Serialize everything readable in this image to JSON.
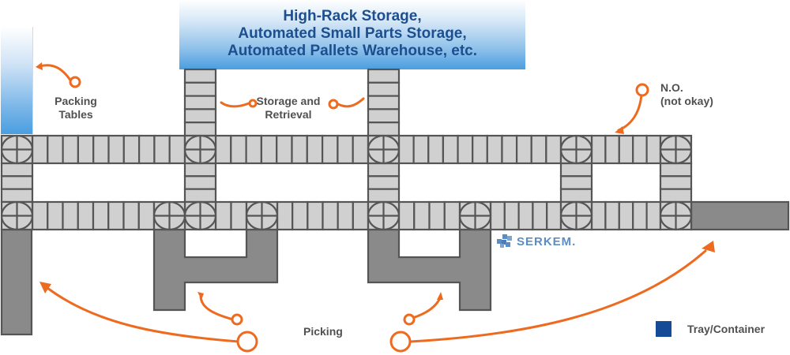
{
  "title_box": {
    "lines": [
      "High-Rack Storage,",
      "Automated Small Parts Storage,",
      "Automated Pallets Warehouse, etc."
    ]
  },
  "labels": {
    "packing_tables": [
      "Packing",
      "Tables"
    ],
    "storage_retrieval": [
      "Storage and",
      "Retrieval"
    ],
    "not_okay": [
      "N.O.",
      "(not okay)"
    ],
    "picking": "Picking"
  },
  "brand": {
    "name": "SERKEM.",
    "icon": "serkem-logo-icon"
  },
  "legend": {
    "items": [
      {
        "label": "Tray/Container",
        "color": "#154a96"
      }
    ]
  },
  "colors": {
    "conveyor_fill": "#d0d0d0",
    "conveyor_stroke": "#555555",
    "station_fill": "#8a8a8a",
    "arrow": "#ee6a1e",
    "title_text": "#1d4f8f",
    "label_text": "#505050",
    "brand": "#5b8dc4",
    "tray": "#154a96"
  }
}
